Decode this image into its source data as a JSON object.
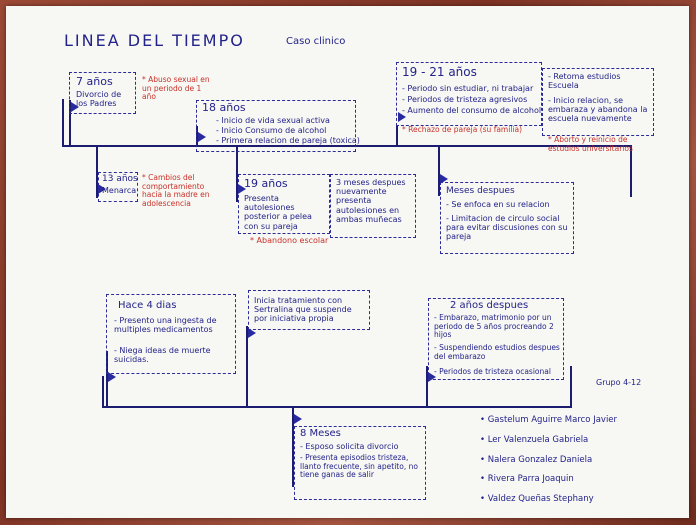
{
  "title": "LINEA DEL TIEMPO",
  "subtitle": "Caso clinico",
  "events_top": [
    {
      "heading": "7 años",
      "body": "Divorcio de los Padres",
      "note": "* Abuso sexual en un periodo de 1 año"
    },
    {
      "heading": "18 años",
      "body": [
        "- Inicio de vida sexual activa",
        "- Inicio Consumo de alcohol",
        "- Primera relacion de pareja (toxica)"
      ]
    },
    {
      "heading": "19 - 21 años",
      "body": [
        "- Periodo sin estudiar, ni trabajar",
        "- Periodos de tristeza agresivos",
        "- Aumento del consumo de alcohol"
      ],
      "note": "* Rechazo de pareja (su familia)"
    },
    {
      "heading": "",
      "body": [
        "- Retoma estudios Escuela",
        "- Inicio relacion, se embaraza y abandona la escuela nuevamente"
      ],
      "note": "* Aborto y reinicio de estudios universitarios"
    }
  ],
  "events_mid": [
    {
      "heading": "13 años",
      "body": "Menarca",
      "note": "* Cambios del comportamiento hacia la madre en adolescencia"
    },
    {
      "heading": "19 años",
      "body": "Presenta autolesiones posterior a pelea con su pareja",
      "note": "* Abandono escolar"
    },
    {
      "heading": "",
      "body": "3 meses despues nuevamente presenta autolesiones en ambas muñecas"
    },
    {
      "heading": "Meses despues",
      "body": [
        "- Se enfoca en su relacion",
        "- Limitacion de circulo social para evitar discusiones con su pareja"
      ]
    }
  ],
  "events_low": [
    {
      "heading": "Hace 4 dias",
      "body": [
        "- Presento una ingesta de multiples medicamentos",
        "- Niega ideas de muerte suicidas."
      ]
    },
    {
      "heading": "",
      "body": "Inicia tratamiento con Sertralina que suspende por iniciativa propia"
    },
    {
      "heading": "2 años despues",
      "body": [
        "- Embarazo, matrimonio por un periodo de 5 años procreando 2 hijos",
        "- Suspendiendo estudios despues del embarazo",
        "- Periodos de tristeza ocasional"
      ]
    },
    {
      "heading": "8 Meses",
      "body": [
        "- Esposo solicita divorcio",
        "- Presenta episodios tristeza, llanto frecuente, sin apetito, no tiene ganas de salir"
      ]
    }
  ],
  "group": "Grupo 4-12",
  "authors": [
    "• Gastelum Aguirre Marco Javier",
    "• Ler Valenzuela Gabriela",
    "• Nalera Gonzalez Daniela",
    "• Rivera Parra Joaquin",
    "• Valdez Queñas Stephany"
  ],
  "colors": {
    "ink": "#23238a",
    "note": "#c8322a",
    "paper": "#f7f7f3",
    "frame": "#8a3d2e"
  }
}
